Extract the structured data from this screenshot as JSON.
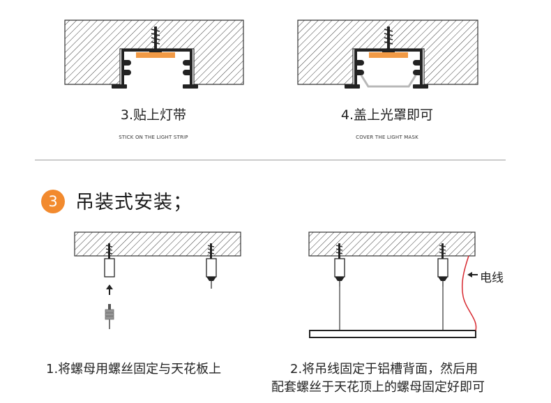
{
  "top_steps": [
    {
      "title": "3.贴上灯带",
      "subtitle": "STICK ON THE LIGHT STRIP"
    },
    {
      "title": "4.盖上光罩即可",
      "subtitle": "COVER THE LIGHT MASK"
    }
  ],
  "section": {
    "number": "3",
    "title": "吊装式安装；"
  },
  "bottom_steps": [
    {
      "line1": "1.将螺母用螺丝固定与天花板上"
    },
    {
      "line1": "2.将吊线固定于铝槽背面，然后用",
      "line2": "配套螺丝于天花顶上的螺母固定好即可"
    }
  ],
  "wire_label": "电线",
  "colors": {
    "accent": "#f28a2e",
    "led": "#f29a45",
    "wire": "#d7282f",
    "hatch": "#333333",
    "mask": "#b8b8b8"
  }
}
